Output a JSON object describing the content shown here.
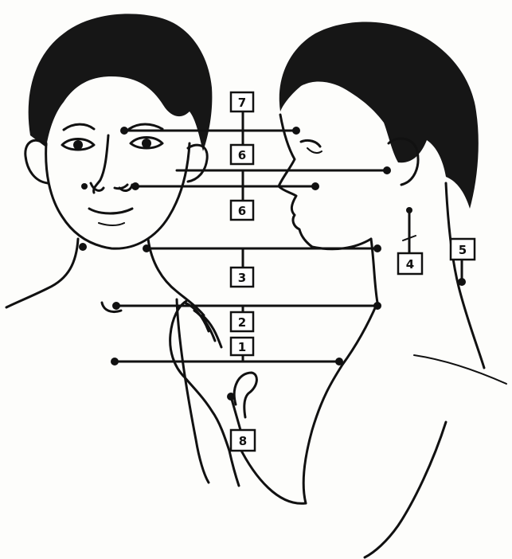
{
  "diagram": {
    "labels": [
      {
        "id": "7",
        "text": "7"
      },
      {
        "id": "6-upper",
        "text": "6"
      },
      {
        "id": "6-lower",
        "text": "6"
      },
      {
        "id": "3",
        "text": "3"
      },
      {
        "id": "2",
        "text": "2"
      },
      {
        "id": "1",
        "text": "1"
      },
      {
        "id": "4",
        "text": "4"
      },
      {
        "id": "5",
        "text": "5"
      },
      {
        "id": "8",
        "text": "8"
      }
    ],
    "colors": {
      "ink": "#111111",
      "paper": "#fdfdfb"
    }
  }
}
